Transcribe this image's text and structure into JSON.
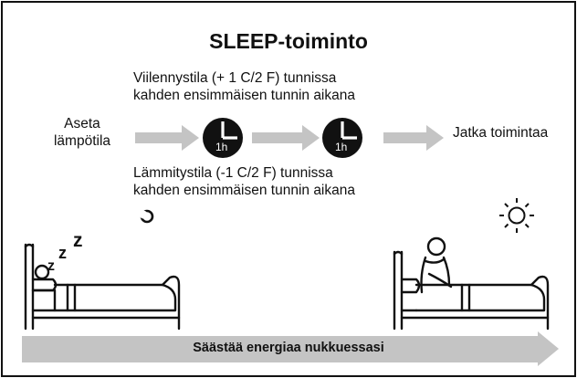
{
  "diagram": {
    "title": "SLEEP-toiminto",
    "cooling_line1": "Viilennystila (+ 1 C/2 F) tunnissa",
    "cooling_line2": "kahden ensimmäisen tunnin aikana",
    "set_line1": "Aseta",
    "set_line2": "lämpötila",
    "clock1_label": "1h",
    "clock2_label": "1h",
    "continue_label": "Jatka toimintaa",
    "heating_line1": "Lämmitystila (-1 C/2 F) tunnissa",
    "heating_line2": "kahden ensimmäisen tunnin aikana",
    "snore_text": "zzz",
    "bottom_arrow_label": "Säästää energiaa nukkuessasi"
  },
  "colors": {
    "arrow": "#c4c4c4",
    "clock": "#111111",
    "line": "#111111"
  },
  "icons": [
    "moon-icon",
    "sun-icon",
    "clock-icon",
    "sleeping-person-bed-icon",
    "awake-person-bed-icon"
  ]
}
